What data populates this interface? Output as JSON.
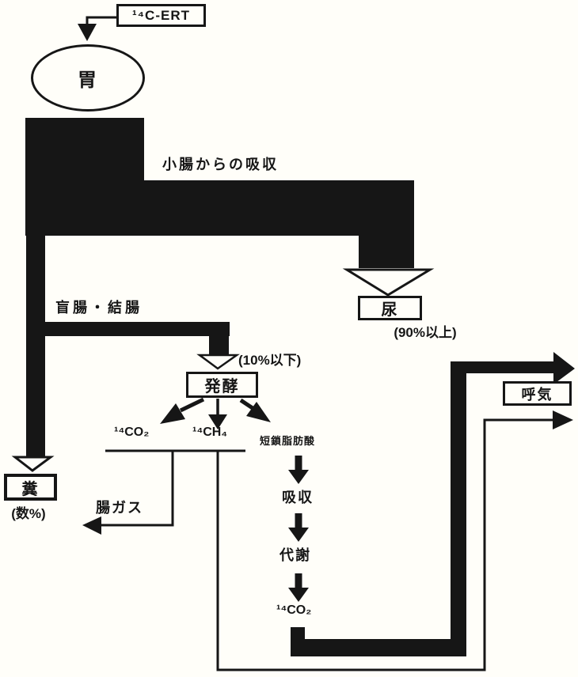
{
  "nodes": {
    "tracer": "¹⁴C-ERT",
    "stomach": "胃",
    "small_intestine_absorption": "小腸からの吸収",
    "urine": "尿",
    "urine_share": "(90%以上)",
    "cecum_colon": "盲腸・結腸",
    "fermentation_share": "(10%以下)",
    "fermentation": "発酵",
    "co2_gut": "¹⁴CO₂",
    "ch4": "¹⁴CH₄",
    "scfa": "短鎖脂肪酸",
    "gut_gas": "腸ガス",
    "absorption": "吸収",
    "metabolism": "代謝",
    "co2_metabolic": "¹⁴CO₂",
    "breath": "呼気",
    "feces": "糞",
    "feces_share": "(数%)"
  },
  "edges": [
    {
      "from": "¹⁴C-ERT",
      "to": "胃",
      "style": "thin-line-solid-arrow"
    },
    {
      "from": "胃",
      "to": "小腸からの吸収",
      "style": "thick-flow"
    },
    {
      "from": "小腸からの吸収",
      "to": "尿 (90%以上)",
      "style": "thick-flow-open-arrow"
    },
    {
      "from": "胃",
      "to": "盲腸・結腸",
      "style": "thick-flow"
    },
    {
      "from": "盲腸・結腸",
      "to": "発酵 (10%以下)",
      "style": "medium-flow-open-arrow"
    },
    {
      "from": "盲腸・結腸",
      "to": "糞 (数%)",
      "style": "thick-flow-open-arrow"
    },
    {
      "from": "発酵",
      "to": "¹⁴CO₂",
      "style": "solid-arrow"
    },
    {
      "from": "発酵",
      "to": "¹⁴CH₄",
      "style": "solid-arrow"
    },
    {
      "from": "発酵",
      "to": "短鎖脂肪酸",
      "style": "solid-arrow"
    },
    {
      "from": "¹⁴CO₂ / ¹⁴CH₄",
      "to": "腸ガス",
      "style": "thin-line-solid-arrow"
    },
    {
      "from": "¹⁴CH₄",
      "to": "呼気",
      "style": "thin-line-solid-arrow"
    },
    {
      "from": "短鎖脂肪酸",
      "to": "吸収",
      "style": "solid-arrow"
    },
    {
      "from": "吸収",
      "to": "代謝",
      "style": "solid-arrow"
    },
    {
      "from": "代謝",
      "to": "¹⁴CO₂",
      "style": "solid-arrow"
    },
    {
      "from": "¹⁴CO₂",
      "to": "呼気",
      "style": "thick-flow-solid-arrow"
    }
  ],
  "colors": {
    "ink": "#161616",
    "paper": "#fffef9"
  }
}
